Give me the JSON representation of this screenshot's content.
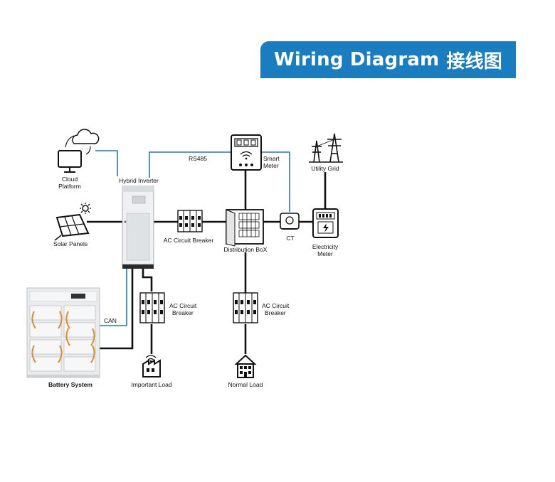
{
  "header": {
    "title_en": "Wiring Diagram",
    "title_zh": "接线图"
  },
  "nodes": {
    "cloud_platform": "Cloud\nPlatform",
    "hybrid_inverter": "Hybrid Inverter",
    "solar_panels": "Solar Panels",
    "battery_system": "Battery System",
    "smart_meter": "Smart\nMeter",
    "distribution_box": "Distribution BoX",
    "ct": "CT",
    "utility_grid": "Utility Grid",
    "electricity_meter": "Electricity\nMeter",
    "ac_breaker_main": "AC Circuit Breaker",
    "ac_breaker_important": "AC Circuit\nBreaker",
    "ac_breaker_normal": "AC Circuit\nBreaker",
    "important_load": "Important Load",
    "normal_load": "Normal Load"
  },
  "links": {
    "rs485": "RS485",
    "can": "CAN"
  },
  "colors": {
    "banner": "#1a7dbf",
    "signal_wire": "#1a7dbf",
    "power_wire": "#111111"
  }
}
